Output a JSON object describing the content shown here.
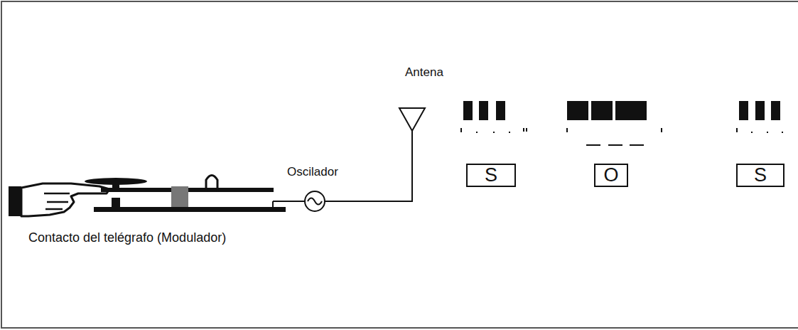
{
  "diagram": {
    "nodes": [
      {
        "text": [
          "S"
        ]
      },
      {
        "text": [
          "O"
        ]
      },
      {
        "text": [
          "S"
        ]
      }
    ],
    "labels": [
      "Antena",
      "Oscilador",
      "Contacto del telégrafo (Modulador)"
    ]
  }
}
